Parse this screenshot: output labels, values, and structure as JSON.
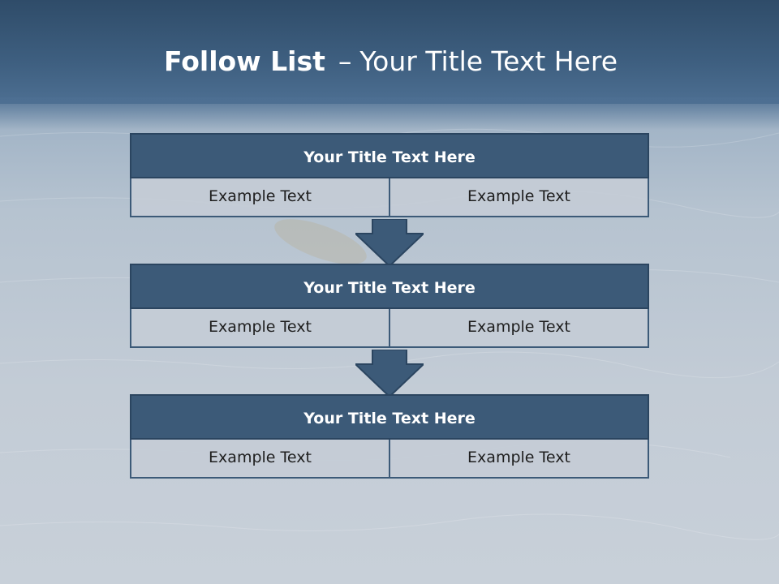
{
  "slide": {
    "title_bold": "Follow List",
    "title_sep": "–",
    "title_rest": "Your Title Text Here"
  },
  "blocks": [
    {
      "title": "Your Title Text Here",
      "cells": [
        "Example Text",
        "Example Text"
      ]
    },
    {
      "title": "Your Title Text Here",
      "cells": [
        "Example Text",
        "Example Text"
      ]
    },
    {
      "title": "Your Title Text Here",
      "cells": [
        "Example Text",
        "Example Text"
      ]
    }
  ],
  "colors": {
    "header": "#3e5f80",
    "block_title": "#3c5a78",
    "cell_bg": "#c4ccd6",
    "arrow": "#3c5a78"
  },
  "icons": [
    "down-arrow-icon"
  ]
}
